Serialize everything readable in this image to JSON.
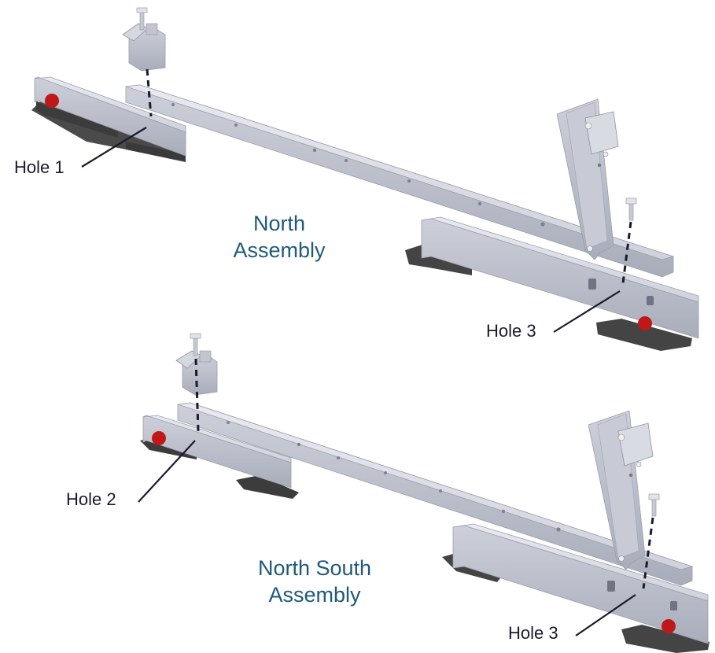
{
  "assemblies": [
    {
      "title_line1": "North",
      "title_line2": "Assembly",
      "holes": [
        "Hole 1",
        "Hole 3"
      ]
    },
    {
      "title_line1": "North South",
      "title_line2": "Assembly",
      "holes": [
        "Hole 2",
        "Hole 3"
      ]
    }
  ],
  "colors": {
    "rail": "#d7d9e3",
    "rail_shadow": "#b3b6c2",
    "rail_edge": "#9a9eab",
    "pad": "#4a4a4a",
    "pad_side": "#2e2e2e",
    "marker": "#c01818",
    "leader": "#1a1a2e",
    "title": "#1f5a78"
  },
  "icons": [
    "bolt-icon",
    "clamp-icon",
    "tilt-bracket-icon",
    "hole-marker-icon"
  ]
}
